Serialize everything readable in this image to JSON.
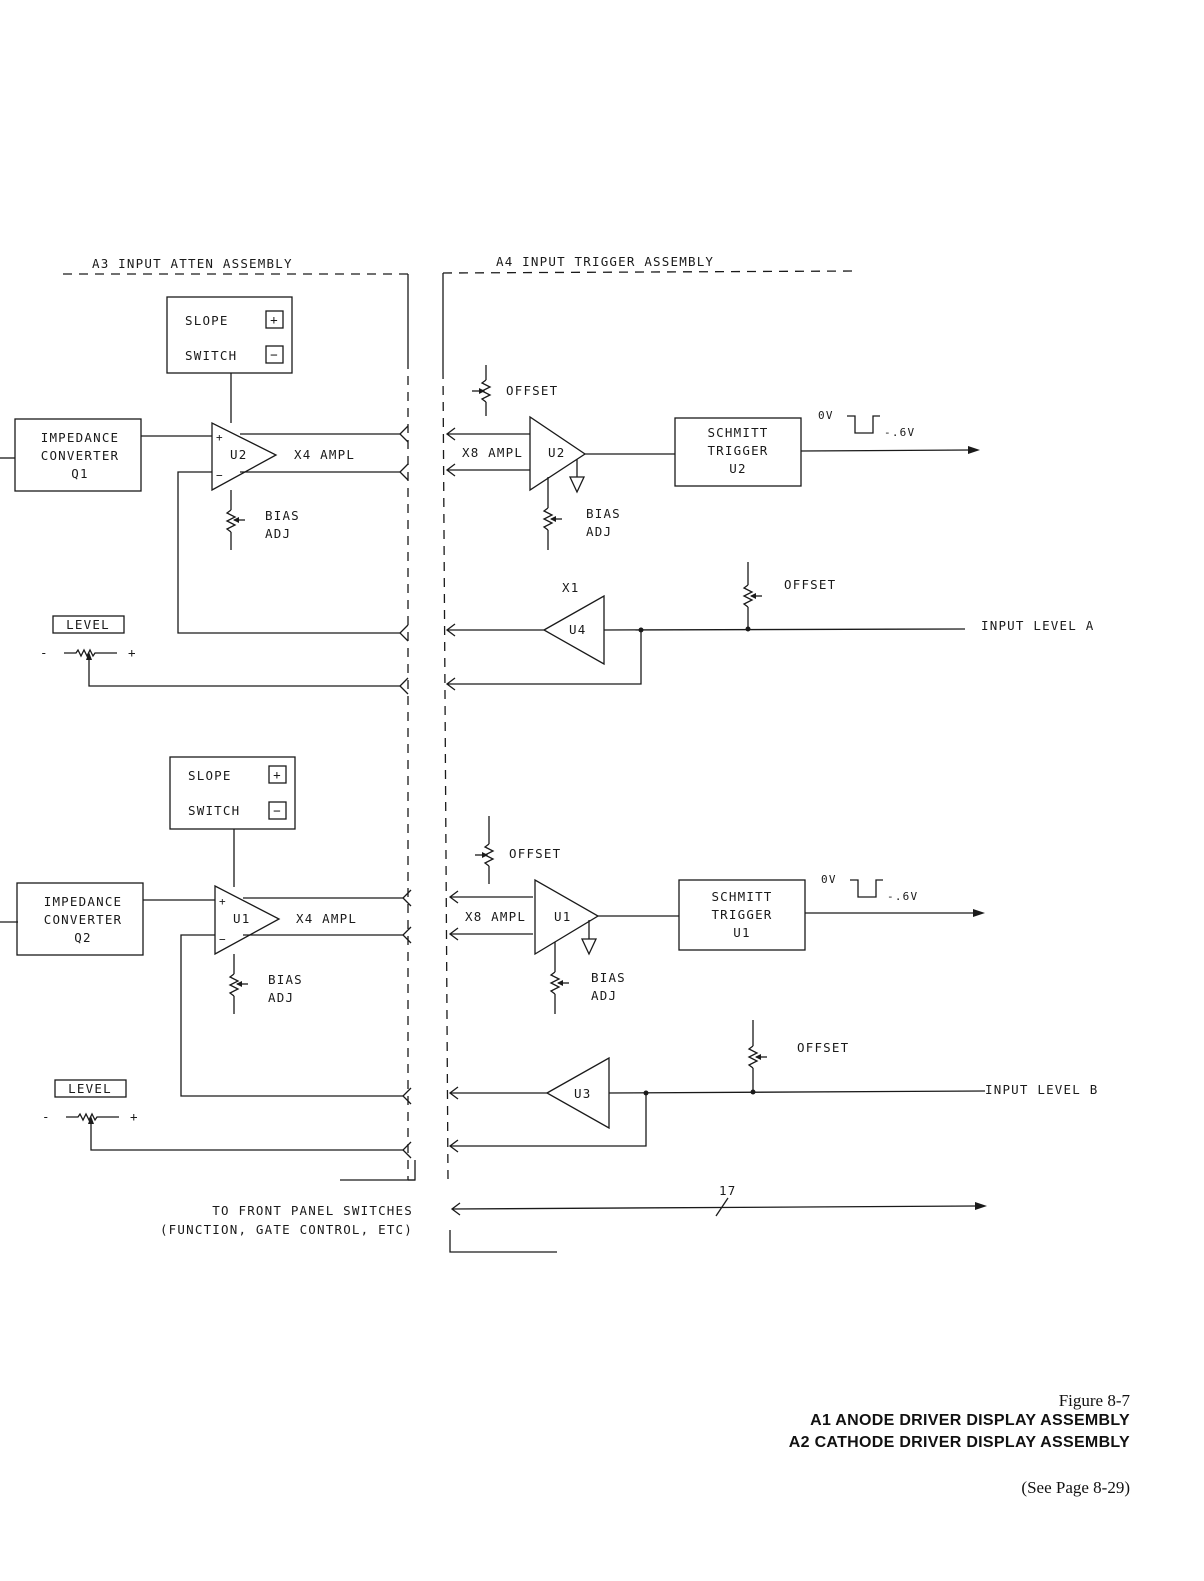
{
  "assemblies": {
    "left_title": "A3 INPUT ATTEN ASSEMBLY",
    "right_title": "A4 INPUT TRIGGER ASSEMBLY"
  },
  "channel_a": {
    "slope_switch": {
      "line1": "SLOPE",
      "line2": "SWITCH",
      "plus": "+",
      "minus": "−"
    },
    "impedance_converter": {
      "line1": "IMPEDANCE",
      "line2": "CONVERTER",
      "line3": "Q1"
    },
    "atten_amp": {
      "label": "U2",
      "plus": "+",
      "minus": "−",
      "gain": "X4 AMPL"
    },
    "atten_bias": {
      "line1": "BIAS",
      "line2": "ADJ"
    },
    "level": {
      "label": "LEVEL",
      "minus": "-",
      "plus": "+"
    },
    "trigger_offset": "OFFSET",
    "trigger_amp": {
      "label": "U2",
      "gain": "X8 AMPL"
    },
    "trigger_bias": {
      "line1": "BIAS",
      "line2": "ADJ"
    },
    "schmitt": {
      "line1": "SCHMITT",
      "line2": "TRIGGER",
      "line3": "U2"
    },
    "pulse": {
      "high": "0V",
      "low": "-.6V"
    },
    "buffer": {
      "label": "U4",
      "gain": "X1"
    },
    "buffer_offset": "OFFSET",
    "input_level": "INPUT LEVEL A"
  },
  "channel_b": {
    "slope_switch": {
      "line1": "SLOPE",
      "line2": "SWITCH",
      "plus": "+",
      "minus": "−"
    },
    "impedance_converter": {
      "line1": "IMPEDANCE",
      "line2": "CONVERTER",
      "line3": "Q2"
    },
    "atten_amp": {
      "label": "U1",
      "plus": "+",
      "minus": "−",
      "gain": "X4 AMPL"
    },
    "atten_bias": {
      "line1": "BIAS",
      "line2": "ADJ"
    },
    "level": {
      "label": "LEVEL",
      "minus": "-",
      "plus": "+"
    },
    "trigger_offset": "OFFSET",
    "trigger_amp": {
      "label": "U1",
      "gain": "X8 AMPL"
    },
    "trigger_bias": {
      "line1": "BIAS",
      "line2": "ADJ"
    },
    "schmitt": {
      "line1": "SCHMITT",
      "line2": "TRIGGER",
      "line3": "U1"
    },
    "pulse": {
      "high": "0V",
      "low": "-.6V"
    },
    "buffer": {
      "label": "U3",
      "gain": ""
    },
    "buffer_offset": "OFFSET",
    "input_level": "INPUT LEVEL B"
  },
  "front_panel": {
    "line1": "TO FRONT PANEL SWITCHES",
    "line2": "(FUNCTION, GATE CONTROL, ETC)",
    "bus_width": "17"
  },
  "caption": {
    "figure": "Figure 8-7",
    "line1": "A1 ANODE DRIVER DISPLAY ASSEMBLY",
    "line2": "A2 CATHODE DRIVER DISPLAY ASSEMBLY",
    "see_page": "(See Page 8-29)"
  }
}
